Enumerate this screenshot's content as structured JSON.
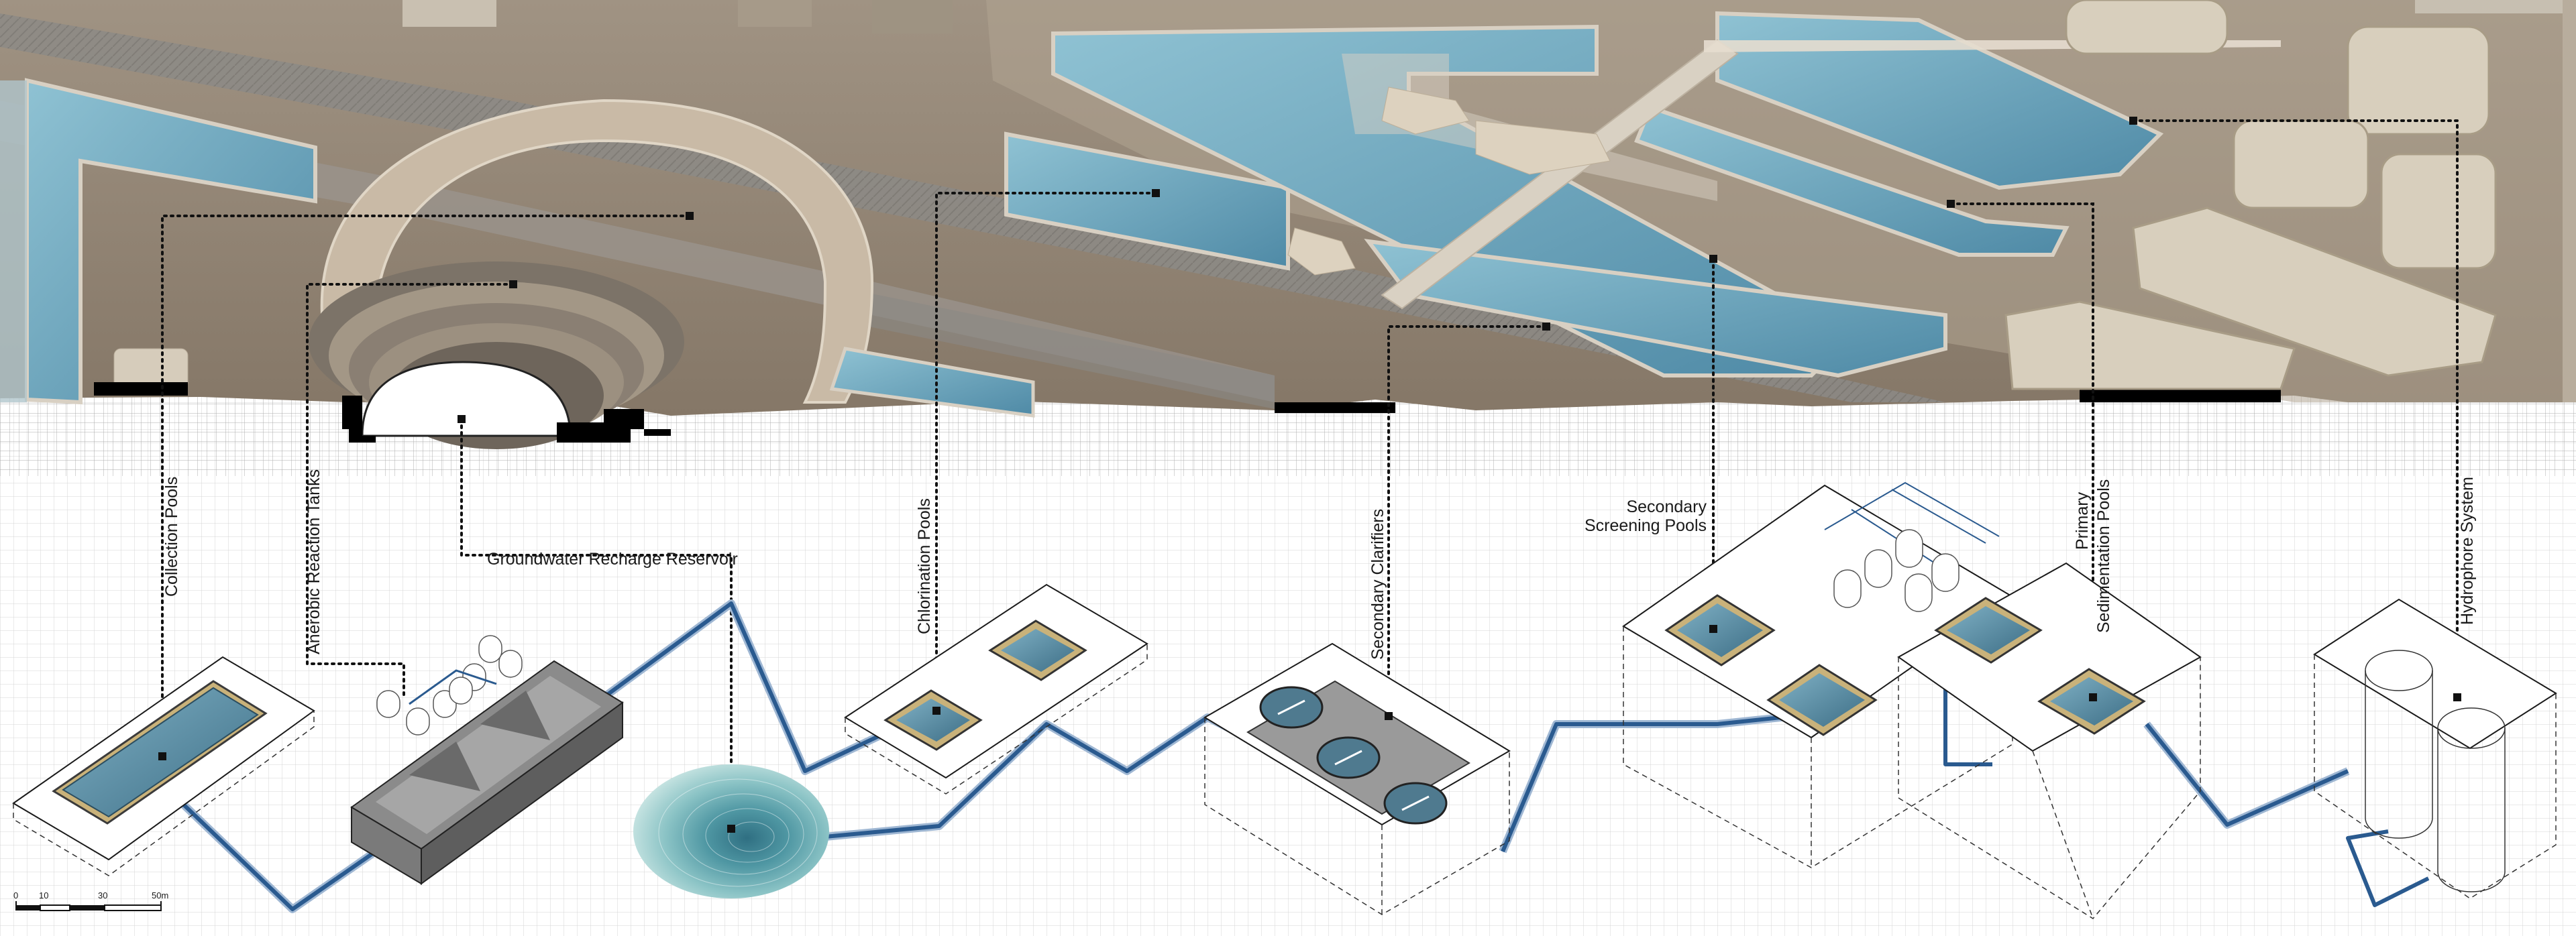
{
  "labels": {
    "collection_pools": "Collection Pools",
    "anaerobic_reaction_tanks": "Anerobic Reaction Tanks",
    "groundwater_recharge_reservoir": "Groundwater Recharge Reservoir",
    "chlorination_pools": "Chlorination Pools",
    "secondary_clarifiers": "Secondary Clarifiers",
    "secondary_screening_pools_line1": "Secondary",
    "secondary_screening_pools_line2": "Screening Pools",
    "primary_sedimentation_pools_line1": "Primary",
    "primary_sedimentation_pools_line2": "Sedimentation Pools",
    "hydrophore_system": "Hydrophore System"
  },
  "scale_bar": {
    "ticks": [
      "0",
      "10",
      "30",
      "50m"
    ]
  },
  "colors": {
    "ground": "#8f8275",
    "water": "#6fa8bf",
    "water_dark": "#3d6f86",
    "pipe": "#2a5a8f",
    "plinth": "#d9cfbd",
    "rim_gold": "#c9b27a"
  }
}
